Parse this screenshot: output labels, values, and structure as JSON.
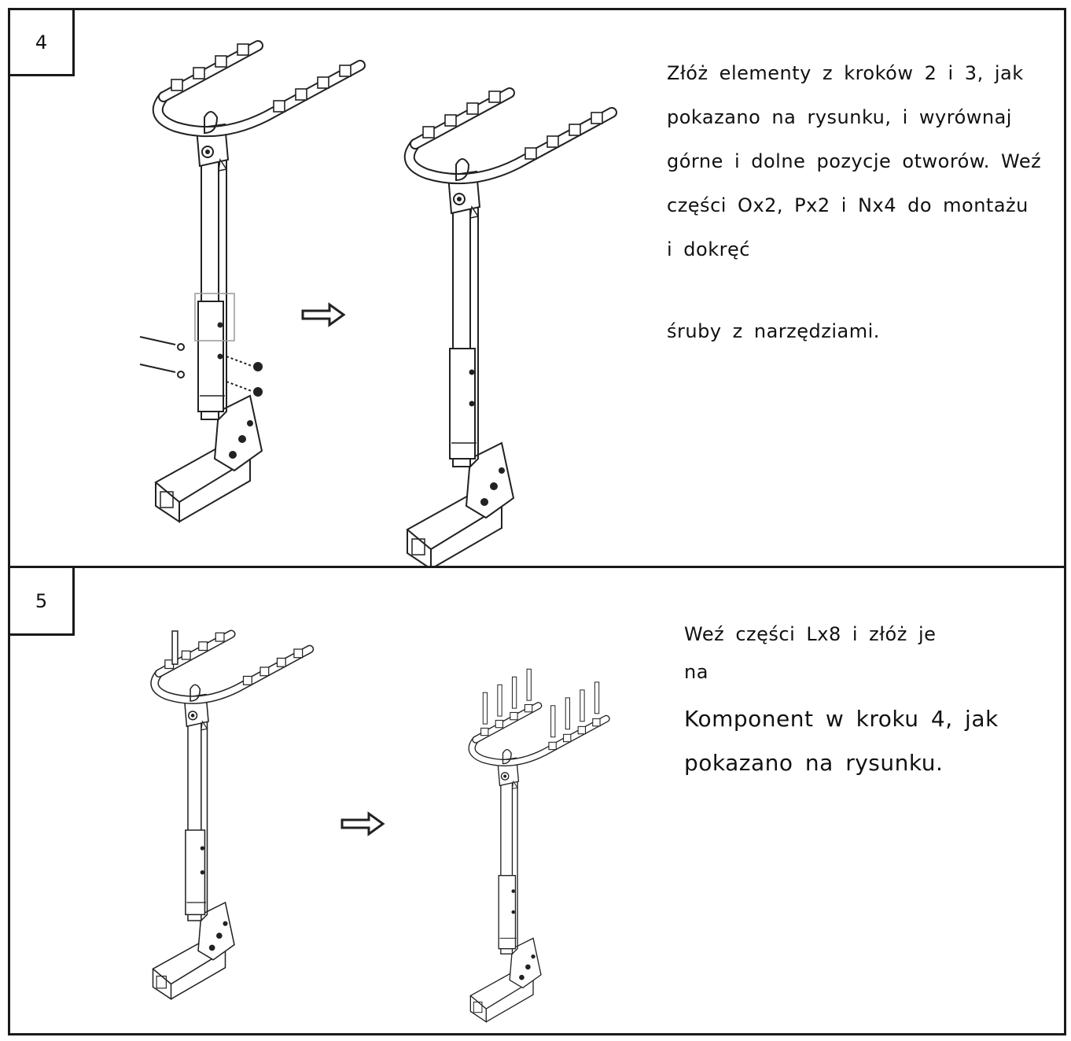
{
  "steps": [
    {
      "number": "4",
      "lines": [
        "Złóż elementy z kroków 2 i 3, jak",
        "pokazano na rysunku, i wyrównaj",
        "górne i dolne pozycje otworów. Weź",
        "części Ox2, Px2 i Nx4 do montażu",
        "i dokręć"
      ],
      "tail": "śruby z narzędziami."
    },
    {
      "number": "5",
      "line1": "Weź części Lx8 i złóż je",
      "line2": "na",
      "line3": "Komponent w kroku 4, jak",
      "line4": "pokazano na rysunku."
    }
  ],
  "icons": {
    "arrow": "right-arrow-icon",
    "rack": "bike-rack-illustration"
  },
  "colors": {
    "border": "#1a1a1a",
    "line": "#222222",
    "background": "#ffffff"
  }
}
